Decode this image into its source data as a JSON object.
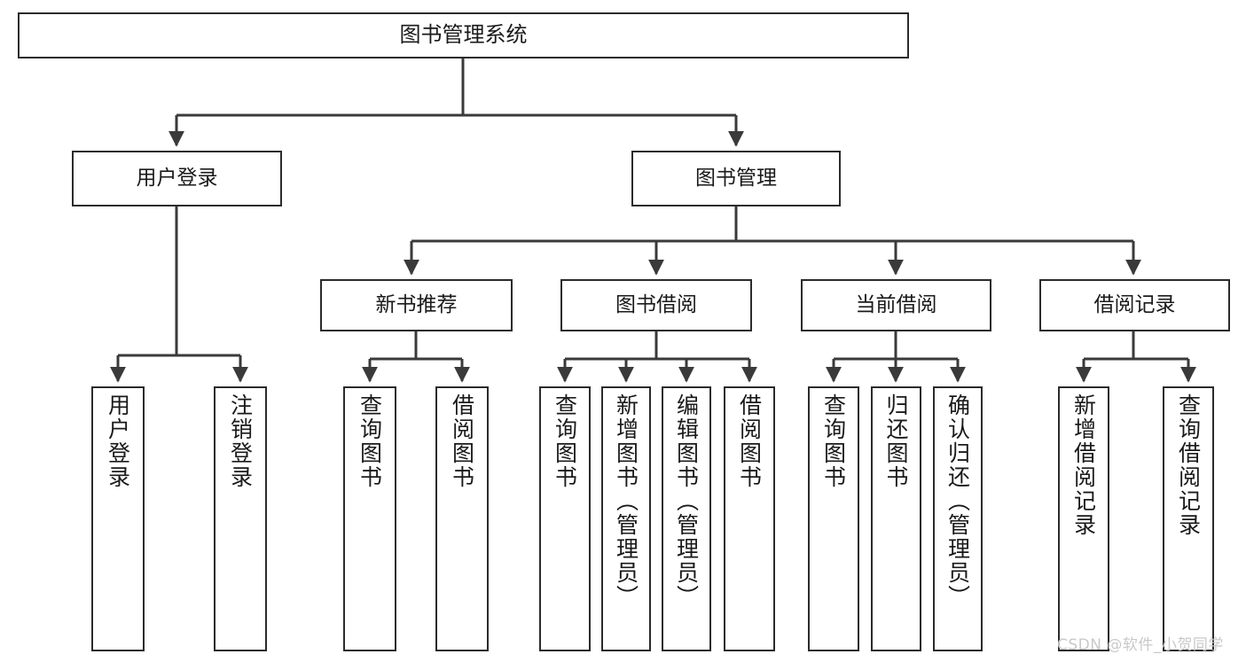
{
  "diagram": {
    "title": "图书管理系统",
    "type": "tree",
    "watermark": "CSDN @软件_小贺同学",
    "colors": {
      "box_border": "#2b2b2b",
      "box_fill": "#ffffff",
      "edge": "#3a3a3a",
      "text": "#1a1a1a",
      "watermark": "#c9c9c9",
      "background": "#ffffff"
    },
    "nodes": {
      "root": {
        "label": "图书管理系统"
      },
      "level2": [
        {
          "label": "用户登录"
        },
        {
          "label": "图书管理"
        }
      ],
      "level3": [
        {
          "label": "新书推荐"
        },
        {
          "label": "图书借阅"
        },
        {
          "label": "当前借阅"
        },
        {
          "label": "借阅记录"
        }
      ],
      "leaves": {
        "user_login": [
          {
            "label": "用户登录"
          },
          {
            "label": "注销登录"
          }
        ],
        "new_book": [
          {
            "label": "查询图书"
          },
          {
            "label": "借阅图书"
          }
        ],
        "book_borrow": [
          {
            "label": "查询图书"
          },
          {
            "label": "新增图书（管理员）"
          },
          {
            "label": "编辑图书（管理员）"
          },
          {
            "label": "借阅图书"
          }
        ],
        "current_borrow": [
          {
            "label": "查询图书"
          },
          {
            "label": "归还图书"
          },
          {
            "label": "确认归还（管理员）"
          }
        ],
        "borrow_record": [
          {
            "label": "新增借阅记录"
          },
          {
            "label": "查询借阅记录"
          }
        ]
      }
    }
  }
}
